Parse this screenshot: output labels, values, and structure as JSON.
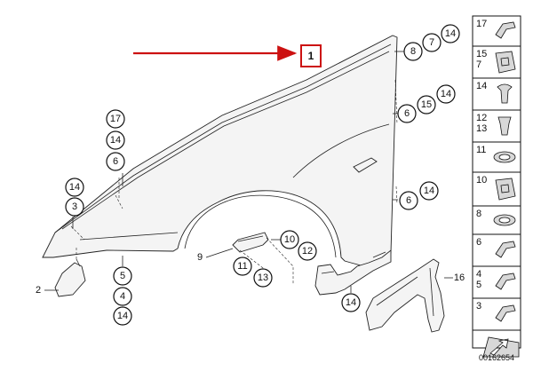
{
  "highlight": {
    "label": "1",
    "arrow_color": "#cc1111",
    "box_color": "#cc1111"
  },
  "callouts": {
    "c_8": "8",
    "c_7a": "7",
    "c_14a": "14",
    "c_6a": "6",
    "c_15": "15",
    "c_14b": "14",
    "c_17": "17",
    "c_14c": "14",
    "c_6b": "6",
    "c_14d": "14",
    "c_3": "3",
    "c_6c": "6",
    "c_14e": "14",
    "c_10": "10",
    "c_12": "12",
    "c_11": "11",
    "c_13": "13",
    "c_5": "5",
    "c_4": "4",
    "c_14f": "14",
    "c_14g": "14"
  },
  "plain_labels": {
    "l_2": "2",
    "l_9": "9",
    "l_16": "16"
  },
  "sidebar": {
    "cells": [
      {
        "labels": [
          "17"
        ]
      },
      {
        "labels": [
          "15",
          "7"
        ]
      },
      {
        "labels": [
          "14"
        ]
      },
      {
        "labels": [
          "12",
          "13"
        ]
      },
      {
        "labels": [
          "11"
        ]
      },
      {
        "labels": [
          "10"
        ]
      },
      {
        "labels": [
          "8"
        ]
      },
      {
        "labels": [
          "6"
        ]
      },
      {
        "labels": [
          "4",
          "5"
        ]
      },
      {
        "labels": [
          "3"
        ]
      },
      {
        "labels": []
      }
    ]
  },
  "diagram_id": "00162654"
}
